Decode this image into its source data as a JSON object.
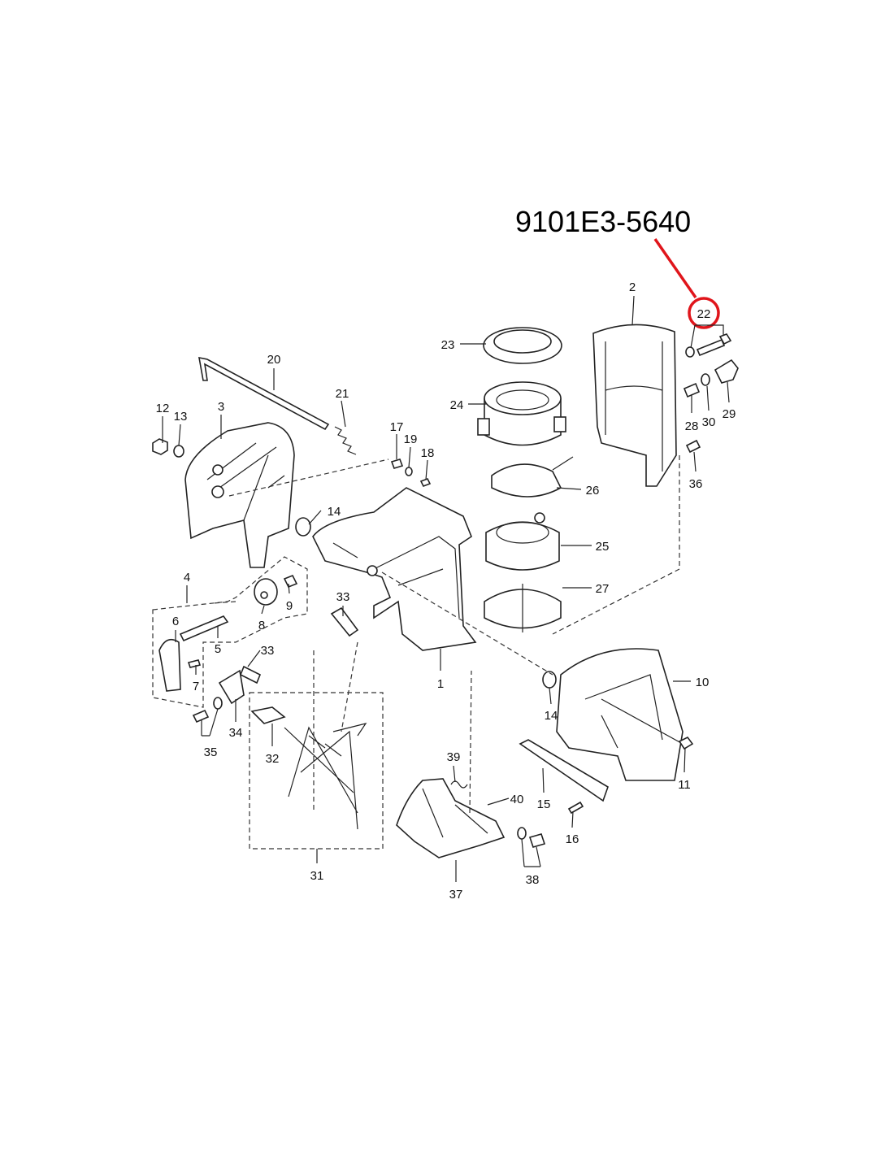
{
  "title": "9101E3-5640",
  "highlight": {
    "part": "22",
    "color": "#e0151b"
  },
  "labels": [
    "1",
    "2",
    "3",
    "4",
    "5",
    "6",
    "7",
    "8",
    "9",
    "10",
    "11",
    "12",
    "13",
    "14",
    "14",
    "15",
    "16",
    "17",
    "18",
    "19",
    "20",
    "21",
    "22",
    "23",
    "24",
    "25",
    "26",
    "27",
    "28",
    "29",
    "30",
    "31",
    "32",
    "33",
    "33",
    "34",
    "35",
    "36",
    "37",
    "38",
    "39",
    "40"
  ]
}
